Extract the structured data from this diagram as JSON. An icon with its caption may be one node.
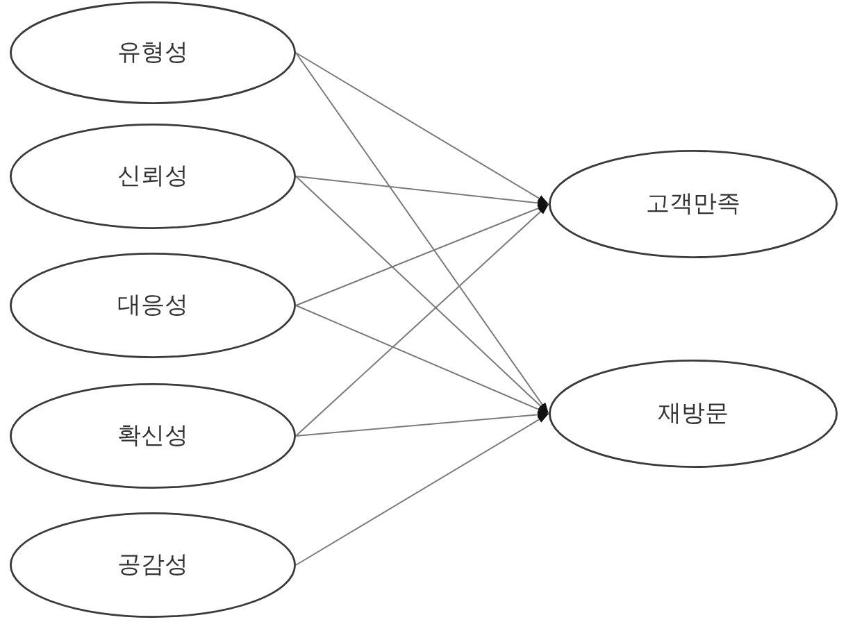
{
  "diagram": {
    "nodes": [
      {
        "text": [
          "유형성"
        ]
      },
      {
        "text": [
          "신뢰성"
        ]
      },
      {
        "text": [
          "대응성"
        ]
      },
      {
        "text": [
          "확신성"
        ]
      },
      {
        "text": [
          "공감성"
        ]
      },
      {
        "text": [
          "고객만족"
        ]
      },
      {
        "text": [
          "재방문"
        ]
      }
    ],
    "edges": [
      {
        "from": 0,
        "to": 5,
        "arrow": "to"
      },
      {
        "from": 0,
        "to": 6,
        "arrow": "to"
      },
      {
        "from": 1,
        "to": 5,
        "arrow": "to"
      },
      {
        "from": 1,
        "to": 6,
        "arrow": "to"
      },
      {
        "from": 2,
        "to": 5,
        "arrow": "to"
      },
      {
        "from": 2,
        "to": 6,
        "arrow": "to"
      },
      {
        "from": 3,
        "to": 5,
        "arrow": "to"
      },
      {
        "from": 3,
        "to": 6,
        "arrow": "to"
      },
      {
        "from": 4,
        "to": 6,
        "arrow": "to"
      }
    ]
  }
}
